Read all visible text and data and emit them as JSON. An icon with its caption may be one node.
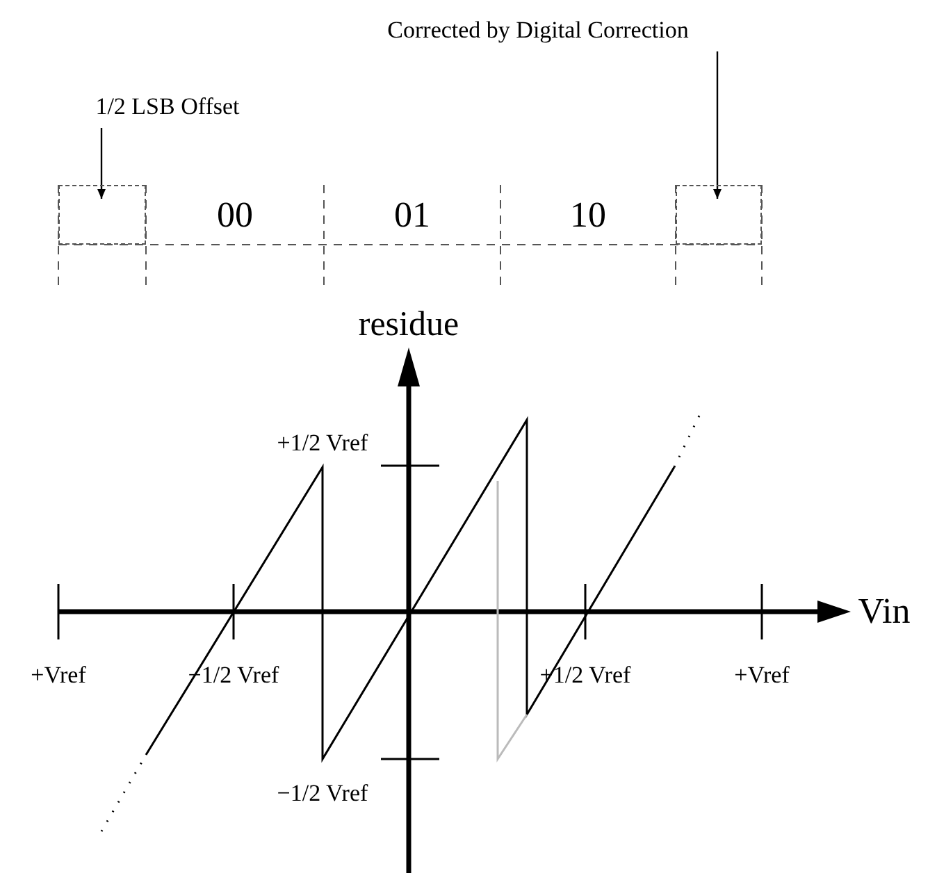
{
  "diagram": {
    "nodes": [
      {
        "text": [
          "1/2 LSB Offset"
        ]
      },
      {
        "text": [
          "Corrected by Digital Correction"
        ]
      },
      {
        "text": [],
        "shape": "box"
      },
      {
        "text": [
          "00"
        ]
      },
      {
        "text": [
          "01"
        ]
      },
      {
        "text": [
          "10"
        ]
      },
      {
        "text": [],
        "shape": "box"
      }
    ],
    "edges": [
      {
        "from": 0,
        "to": 2,
        "arrow": "to"
      },
      {
        "from": 1,
        "to": 6,
        "arrow": "to"
      }
    ],
    "labels": [
      "residue",
      "+1/2 Vref",
      "Vin",
      "+Vref",
      "−1/2 Vref",
      "+1/2 Vref",
      "+Vref",
      "−1/2 Vref"
    ]
  }
}
